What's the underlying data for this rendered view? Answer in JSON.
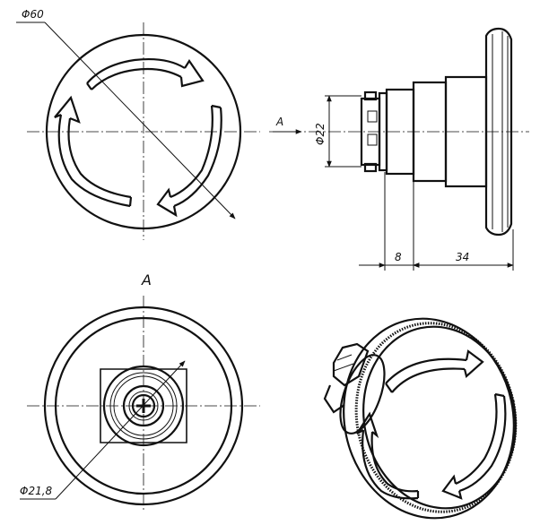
{
  "labels": {
    "dia_60": "Φ60",
    "dia_22": "Φ22",
    "dia_21_8": "Φ21,8",
    "dim_8": "8",
    "dim_34": "34",
    "view_arrow": "A",
    "view_title": "A"
  }
}
